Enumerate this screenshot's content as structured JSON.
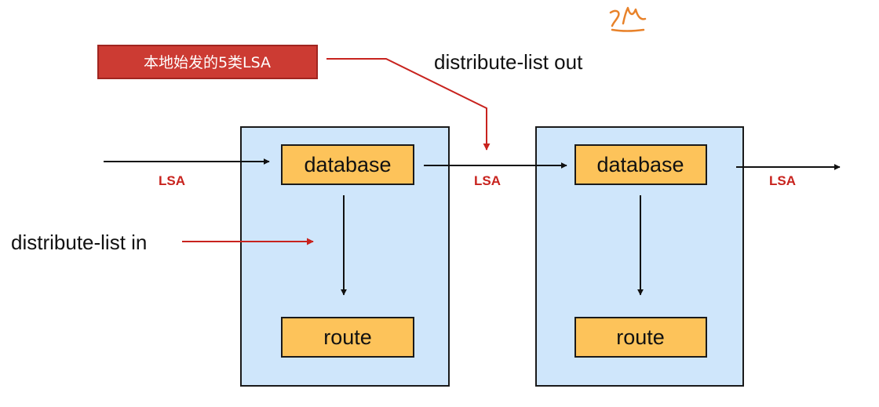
{
  "modules": {
    "db1": "database",
    "route1": "route",
    "db2": "database",
    "route2": "route"
  },
  "edges": {
    "lsa_in": "LSA",
    "lsa_mid": "LSA",
    "lsa_out": "LSA"
  },
  "labels": {
    "distribute_in": "distribute-list in",
    "distribute_out": "distribute-list out",
    "note": "本地始发的5类LSA"
  },
  "colors": {
    "router_fill": "#cfe6fb",
    "module_fill": "#fdc35a",
    "filter_red": "#c8231e",
    "note_fill": "#cc3b33"
  }
}
